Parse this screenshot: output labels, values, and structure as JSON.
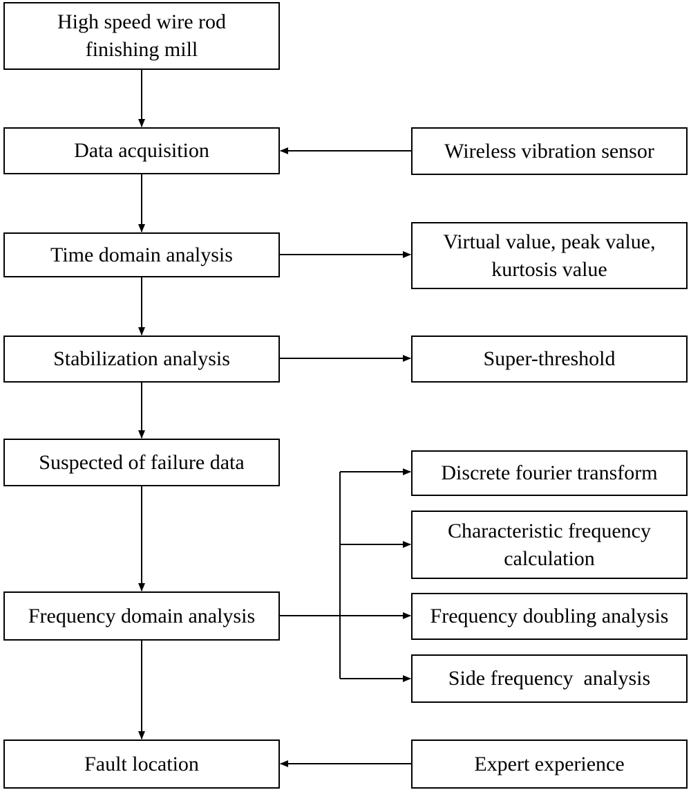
{
  "nodes": {
    "mill": [
      "High speed wire rod",
      "finishing mill"
    ],
    "acquisition": "Data acquisition",
    "sensor": "Wireless vibration sensor",
    "time_domain": "Time domain analysis",
    "virtual": [
      "Virtual value, peak value,",
      "kurtosis value"
    ],
    "stabilization": "Stabilization analysis",
    "super_threshold": "Super-threshold",
    "suspected": "Suspected of failure data",
    "dft": "Discrete fourier transform",
    "characteristic": [
      "Characteristic frequency",
      "calculation"
    ],
    "frequency_domain": "Frequency domain analysis",
    "doubling": "Frequency doubling analysis",
    "side": "Side frequency  analysis",
    "fault": "Fault location",
    "expert": "Expert experience"
  },
  "colors": {
    "line": "#000000",
    "box_border": "#000000",
    "background": "#ffffff"
  }
}
